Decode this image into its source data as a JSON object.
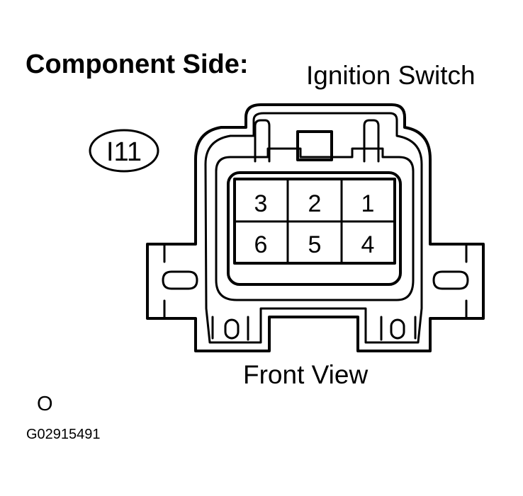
{
  "heading": "Component Side:",
  "component_name": "Ignition Switch",
  "connector_code": "I11",
  "view_label": "Front View",
  "legend_mark": "O",
  "figure_id": "G02915491",
  "terminals": {
    "top_row": [
      "3",
      "2",
      "1"
    ],
    "bottom_row": [
      "6",
      "5",
      "4"
    ]
  }
}
